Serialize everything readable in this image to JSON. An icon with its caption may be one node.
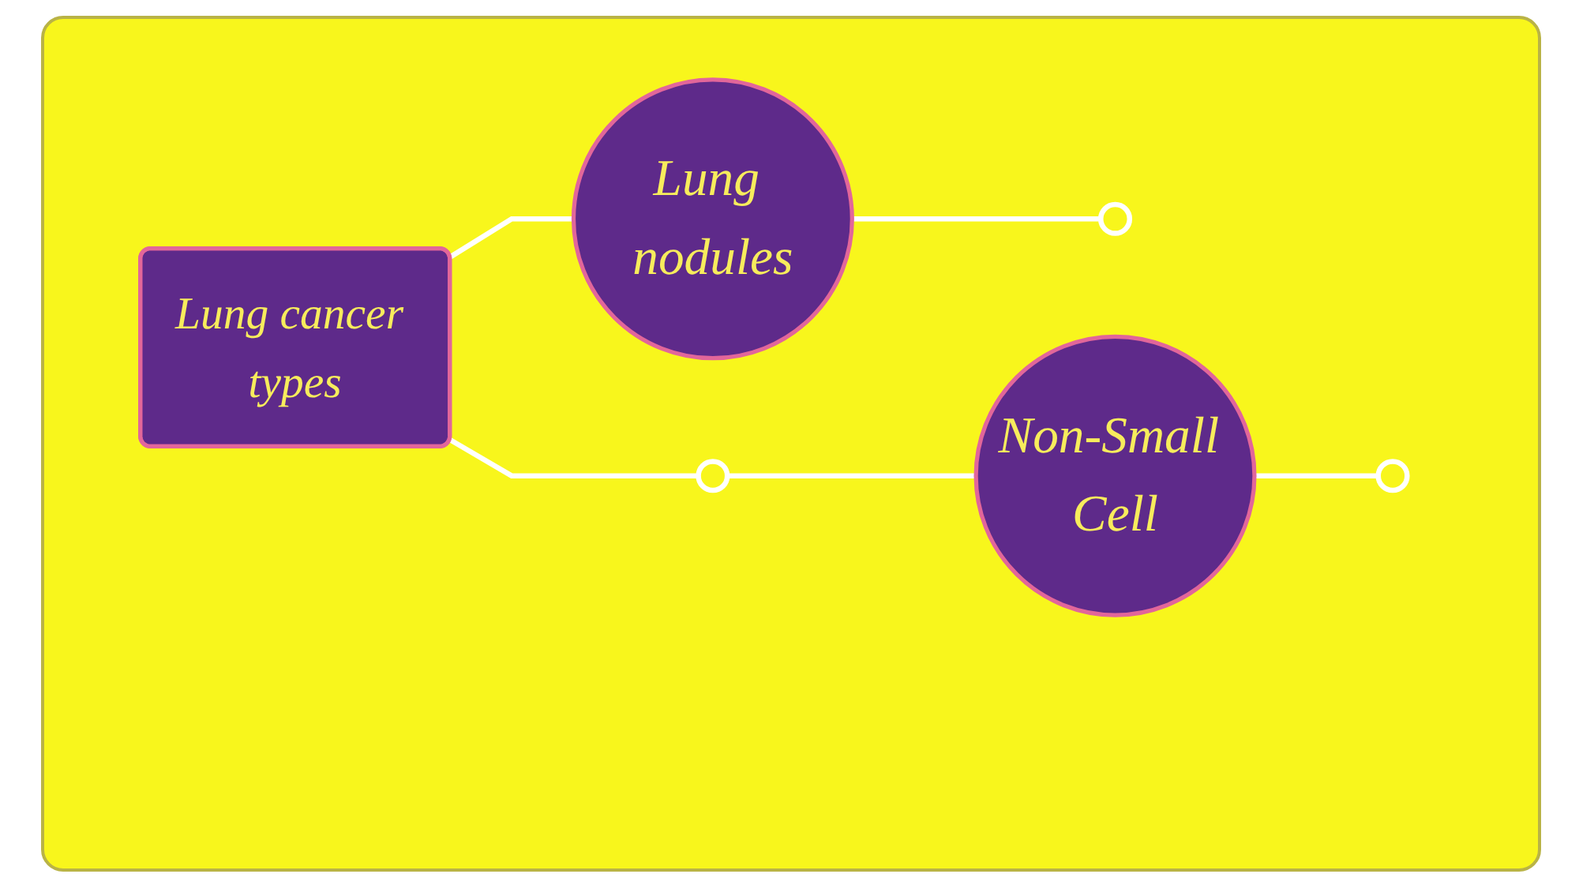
{
  "diagram": {
    "nodes": [
      {
        "text": [
          "Lung cancer types"
        ]
      },
      {
        "text": [
          "Lung nodules"
        ]
      },
      {
        "text": [
          "Non-Small Cell"
        ]
      },
      {
        "text": [],
        "shape": "circle"
      },
      {
        "text": [],
        "shape": "circle"
      },
      {
        "text": [],
        "shape": "circle"
      }
    ],
    "edges": [
      {
        "from": 0,
        "to": 1,
        "arrow": "none"
      },
      {
        "from": 1,
        "to": 3,
        "arrow": "none"
      },
      {
        "from": 0,
        "to": 4,
        "arrow": "none"
      },
      {
        "from": 4,
        "to": 2,
        "arrow": "none"
      },
      {
        "from": 2,
        "to": 5,
        "arrow": "none"
      }
    ]
  }
}
